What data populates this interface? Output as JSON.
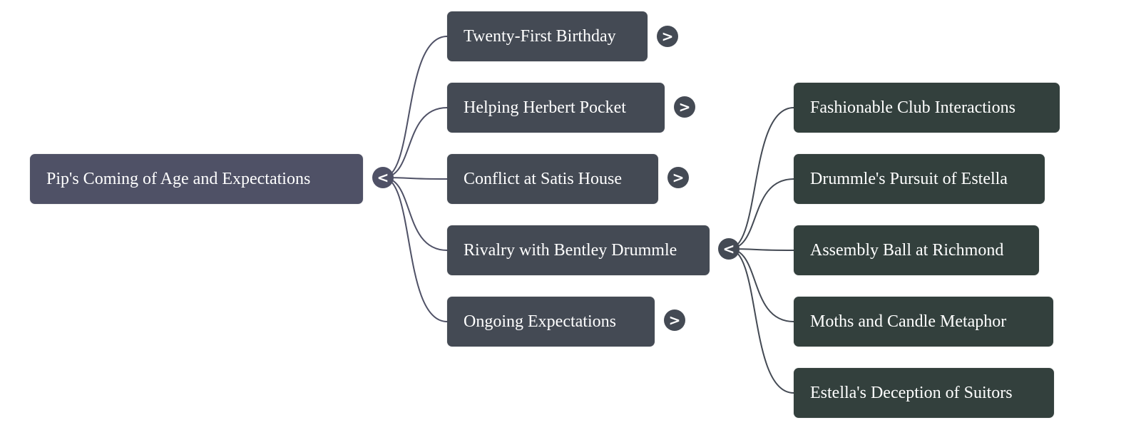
{
  "colors": {
    "root_fill": "#4f5166",
    "level1_fill": "#444a54",
    "level2_fill": "#33403d",
    "edge_root": "#4f5166",
    "edge_level1": "#444a54",
    "text": "#ffffff"
  },
  "root": {
    "label": "Pip's Coming of Age and Expectations",
    "toggle": "<",
    "expanded": true
  },
  "branches": [
    {
      "label": "Twenty-First Birthday",
      "toggle": ">",
      "expanded": false
    },
    {
      "label": "Helping Herbert Pocket",
      "toggle": ">",
      "expanded": false
    },
    {
      "label": "Conflict at Satis House",
      "toggle": ">",
      "expanded": false
    },
    {
      "label": "Rivalry with Bentley Drummle",
      "toggle": "<",
      "expanded": true,
      "children": [
        {
          "label": "Fashionable Club Interactions"
        },
        {
          "label": "Drummle's Pursuit of Estella"
        },
        {
          "label": "Assembly Ball at Richmond"
        },
        {
          "label": "Moths and Candle Metaphor"
        },
        {
          "label": "Estella's Deception of Suitors"
        }
      ]
    },
    {
      "label": "Ongoing Expectations",
      "toggle": ">",
      "expanded": false
    }
  ]
}
